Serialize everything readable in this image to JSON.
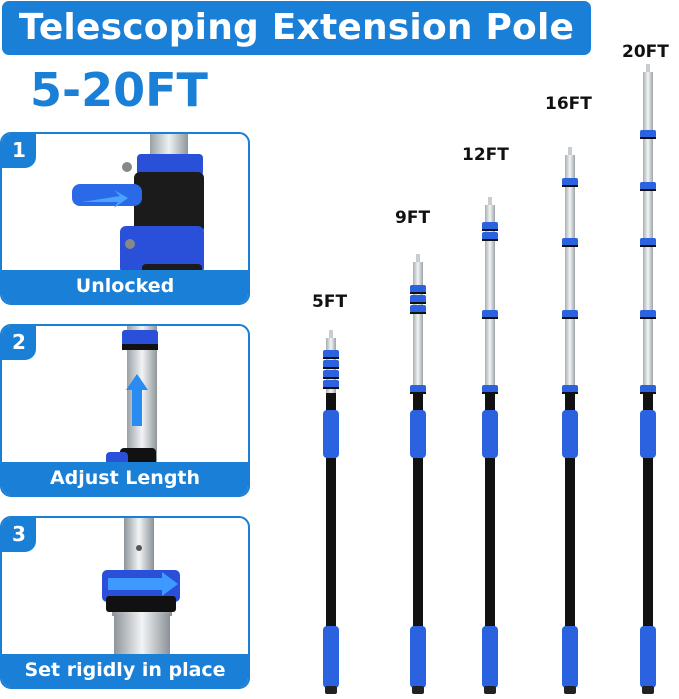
{
  "header": {
    "title": "Telescoping Extension Pole"
  },
  "range_label": "5-20FT",
  "steps": [
    {
      "number": "1",
      "caption": "Unlocked"
    },
    {
      "number": "2",
      "caption": "Adjust Length"
    },
    {
      "number": "3",
      "caption": "Set rigidly in place"
    }
  ],
  "poles": [
    {
      "label": "5FT"
    },
    {
      "label": "9FT"
    },
    {
      "label": "12FT"
    },
    {
      "label": "16FT"
    },
    {
      "label": "20FT"
    }
  ],
  "colors": {
    "brand_blue": "#1a7fd6",
    "grip_blue": "#2a62e0",
    "pole_black": "#111111",
    "aluminum": "#cfd3d6"
  }
}
